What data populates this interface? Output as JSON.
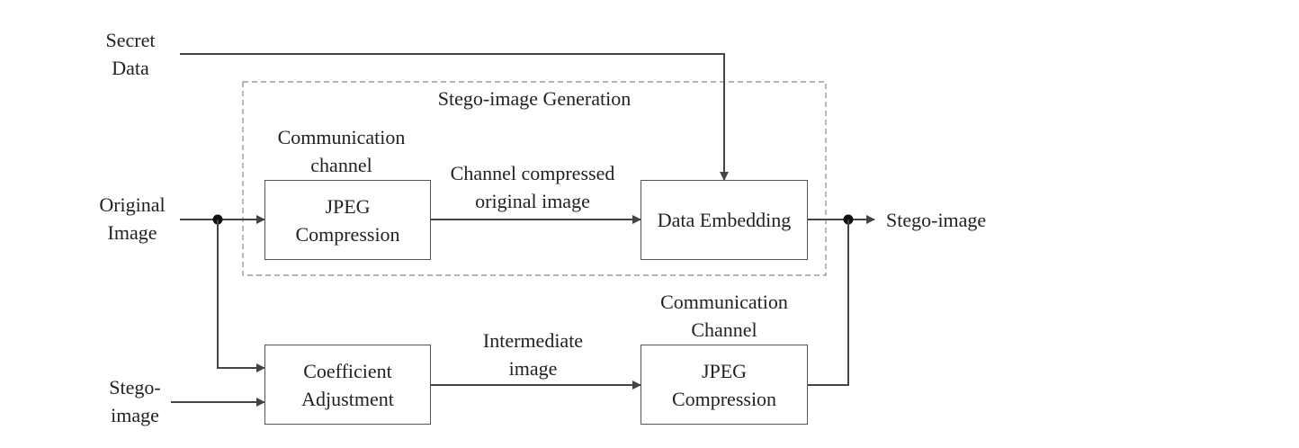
{
  "inputs": {
    "secret_data": [
      "Secret",
      "Data"
    ],
    "original_image": [
      "Original",
      "Image"
    ],
    "stego_image_in": [
      "Stego-",
      "image"
    ]
  },
  "generation_group": {
    "title": "Stego-image Generation"
  },
  "labels": {
    "comm_channel_top": [
      "Communication",
      "channel"
    ],
    "channel_compressed": [
      "Channel compressed",
      "original image"
    ],
    "comm_channel_bottom": [
      "Communication",
      "Channel"
    ],
    "intermediate": [
      "Intermediate",
      "image"
    ]
  },
  "blocks": {
    "jpeg_top": [
      "JPEG",
      "Compression"
    ],
    "data_embedding": [
      "Data Embedding"
    ],
    "coefficient_adjustment": [
      "Coefficient",
      "Adjustment"
    ],
    "jpeg_bottom": [
      "JPEG",
      "Compression"
    ]
  },
  "outputs": {
    "stego_image_out": "Stego-image"
  },
  "colors": {
    "line": "#444444",
    "text": "#222222",
    "box_border": "#555555",
    "group_border": "#888888"
  }
}
